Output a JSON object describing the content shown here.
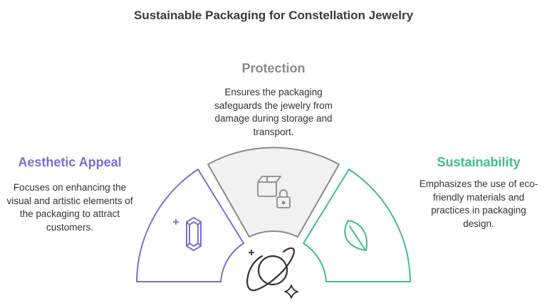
{
  "title": "Sustainable Packaging for Constellation Jewelry",
  "sections": {
    "protection": {
      "title": "Protection",
      "description": "Ensures the packaging safeguards the jewelry from damage during storage and transport.",
      "color": "#8a8a8a",
      "icon": "package-lock-icon"
    },
    "aesthetic": {
      "title": "Aesthetic Appeal",
      "description": "Focuses on enhancing the visual and artistic elements of the packaging to attract customers.",
      "color": "#7a6fd1",
      "icon": "gem-icon"
    },
    "sustainability": {
      "title": "Sustainability",
      "description": "Emphasizes the use of eco-friendly materials and practices in packaging design.",
      "color": "#3fbf86",
      "icon": "leaf-icon"
    }
  },
  "center_icon": "planet-icon"
}
